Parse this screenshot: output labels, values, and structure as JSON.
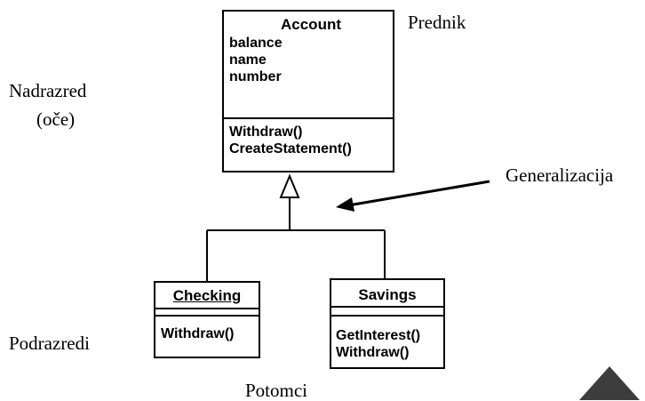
{
  "diagram": {
    "classes": {
      "account": {
        "name": "Account",
        "attributes": [
          "balance",
          "name",
          "number"
        ],
        "operations": [
          "Withdraw()",
          "CreateStatement()"
        ]
      },
      "checking": {
        "name": "Checking",
        "attributes": [],
        "operations": [
          "Withdraw()"
        ]
      },
      "savings": {
        "name": "Savings",
        "attributes": [],
        "operations": [
          "GetInterest()",
          "Withdraw()"
        ]
      }
    },
    "labels": {
      "prednik": "Prednik",
      "nadrazred_line1": "Nadrazred",
      "nadrazred_line2": "(oče)",
      "generalizacija": "Generalizacija",
      "podrazredi": "Podrazredi",
      "potomci": "Potomci"
    },
    "colors": {
      "line": "#000000",
      "corner_mark": "#3d3d3d",
      "background": "#ffffff"
    }
  }
}
